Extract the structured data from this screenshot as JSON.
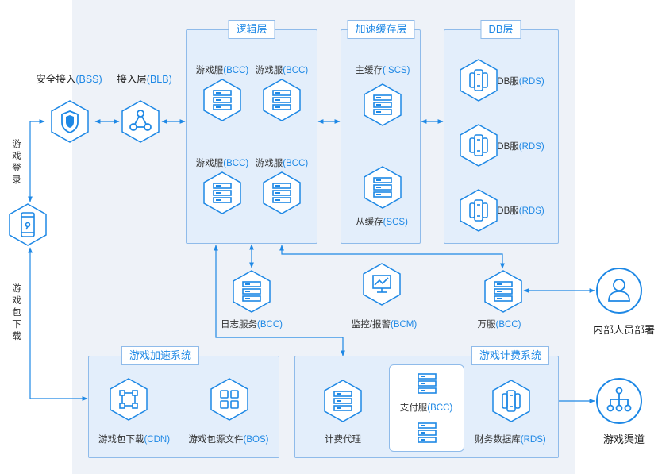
{
  "panels": {
    "logic": "逻辑层",
    "cache": "加速缓存层",
    "db": "DB层",
    "accel": "游戏加速系统",
    "billing": "游戏计费系统"
  },
  "entry": {
    "bss": {
      "name": "安全接入",
      "tag": "(BSS)"
    },
    "blb": {
      "name": "接入层",
      "tag": "(BLB)"
    }
  },
  "game_servers": [
    {
      "name": "游戏服",
      "tag": "(BCC)"
    },
    {
      "name": "游戏服",
      "tag": "(BCC)"
    },
    {
      "name": "游戏服",
      "tag": "(BCC)"
    },
    {
      "name": "游戏服",
      "tag": "(BCC)"
    }
  ],
  "cache": {
    "master": {
      "name": "主缓存",
      "tag": "( SCS)"
    },
    "slave": {
      "name": "从缓存",
      "tag": "(SCS)"
    }
  },
  "db_servers": [
    {
      "name": "DB服",
      "tag": "(RDS)"
    },
    {
      "name": "DB服",
      "tag": "(RDS)"
    },
    {
      "name": "DB服",
      "tag": "(RDS)"
    }
  ],
  "services": {
    "log": {
      "name": "日志服务",
      "tag": "(BCC)"
    },
    "monitor": {
      "name": "监控/报警",
      "tag": "(BCM)"
    },
    "wan": {
      "name": "万服",
      "tag": "(BCC)"
    }
  },
  "accel": {
    "cdn": {
      "name": "游戏包下载",
      "tag": "(CDN)"
    },
    "bos": {
      "name": "游戏包源文件",
      "tag": "(BOS)"
    }
  },
  "billing": {
    "proxy": "计费代理",
    "pay": {
      "name": "支付服",
      "tag": "(BCC)"
    },
    "finance": {
      "name": "财务数据库",
      "tag": "(RDS)"
    }
  },
  "external": {
    "staff": "内部人员部署",
    "channel": "游戏渠道"
  },
  "side_labels": {
    "login": [
      "游",
      "戏",
      "登",
      "录"
    ],
    "download": [
      "游",
      "戏",
      "包",
      "下",
      "载"
    ]
  },
  "colors": {
    "accent": "#1e88e5",
    "panel": "#e3eefb",
    "border": "#8fbbea",
    "background": "#eef2f8"
  },
  "icons": [
    "shield-icon",
    "network-icon",
    "server-icon",
    "database-icon",
    "monitor-chart-icon",
    "phone-icon",
    "user-icon",
    "org-tree-icon",
    "nodes-icon",
    "grid-icon"
  ]
}
